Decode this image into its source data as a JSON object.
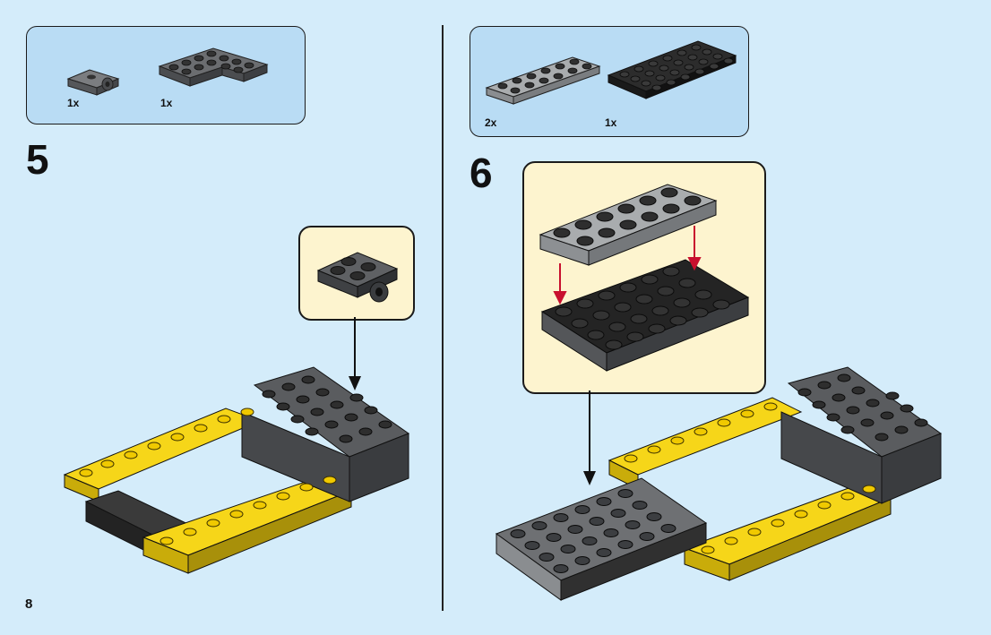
{
  "page": {
    "number": "8"
  },
  "step5": {
    "number": "5",
    "parts": [
      {
        "qty": "1x",
        "part": "plate 2x2 with pin hole",
        "color": "#6d6f71"
      },
      {
        "qty": "1x",
        "part": "plate corner 2x4",
        "color": "#6d6f71"
      }
    ]
  },
  "step6": {
    "number": "6",
    "parts": [
      {
        "qty": "2x",
        "part": "plate 2x6",
        "color": "#a3a6a8"
      },
      {
        "qty": "1x",
        "part": "plate 4x6",
        "color": "#2a2a2a"
      }
    ]
  },
  "colors": {
    "background": "#d4ecfa",
    "parts_box": "#b9dcf4",
    "callout": "#fdf4cf",
    "yellow": "#f6d619",
    "dark_grey": "#5d5f61",
    "light_grey": "#a3a6a8",
    "black": "#242424",
    "arrow_red": "#c8102e"
  }
}
